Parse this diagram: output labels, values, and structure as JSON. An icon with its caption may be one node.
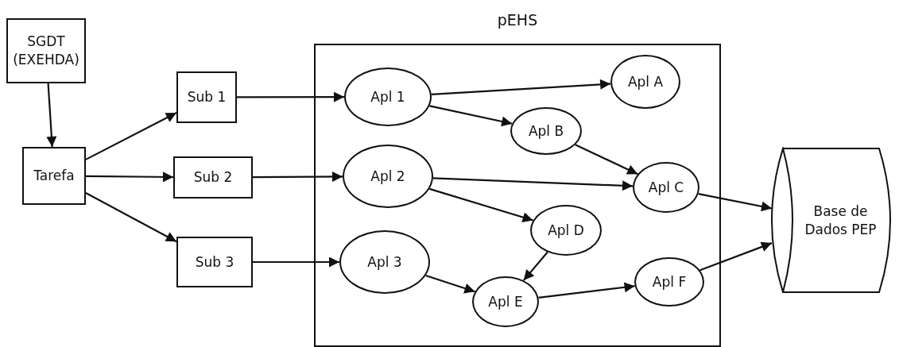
{
  "diagram": {
    "nodes": [
      {
        "text": [
          "SGDT (EXEHDA)"
        ]
      },
      {
        "text": [
          "Tarefa"
        ]
      },
      {
        "text": [
          "Sub 1"
        ]
      },
      {
        "text": [
          "Sub 2"
        ]
      },
      {
        "text": [
          "Sub 3"
        ]
      },
      {
        "text": [
          "pEHS"
        ]
      },
      {
        "text": [
          "Apl 1"
        ],
        "in": 5
      },
      {
        "text": [
          "Apl A"
        ],
        "in": 5
      },
      {
        "text": [
          "Apl B"
        ],
        "in": 5
      },
      {
        "text": [
          "Apl 2"
        ],
        "in": 5
      },
      {
        "text": [
          "Apl C"
        ],
        "in": 5
      },
      {
        "text": [
          "Apl D"
        ],
        "in": 5
      },
      {
        "text": [
          "Apl 3"
        ],
        "in": 5
      },
      {
        "text": [
          "Apl E"
        ],
        "in": 5
      },
      {
        "text": [
          "Apl F"
        ],
        "in": 5
      },
      {
        "text": [
          "Base de Dados PEP"
        ]
      }
    ],
    "edges": [
      {
        "from": 0,
        "to": 1,
        "arrow": "to"
      },
      {
        "from": 1,
        "to": 2,
        "arrow": "to"
      },
      {
        "from": 1,
        "to": 3,
        "arrow": "to"
      },
      {
        "from": 1,
        "to": 4,
        "arrow": "to"
      },
      {
        "from": 2,
        "to": 6,
        "arrow": "to"
      },
      {
        "from": 3,
        "to": 9,
        "arrow": "to"
      },
      {
        "from": 4,
        "to": 12,
        "arrow": "to"
      },
      {
        "from": 6,
        "to": 7,
        "arrow": "to"
      },
      {
        "from": 6,
        "to": 8,
        "arrow": "to"
      },
      {
        "from": 8,
        "to": 10,
        "arrow": "to"
      },
      {
        "from": 9,
        "to": 10,
        "arrow": "to"
      },
      {
        "from": 9,
        "to": 11,
        "arrow": "to"
      },
      {
        "from": 11,
        "to": 13,
        "arrow": "to"
      },
      {
        "from": 12,
        "to": 13,
        "arrow": "to"
      },
      {
        "from": 13,
        "to": 14,
        "arrow": "to"
      },
      {
        "from": 10,
        "to": 15,
        "arrow": "to"
      },
      {
        "from": 14,
        "to": 15,
        "arrow": "to"
      }
    ]
  }
}
